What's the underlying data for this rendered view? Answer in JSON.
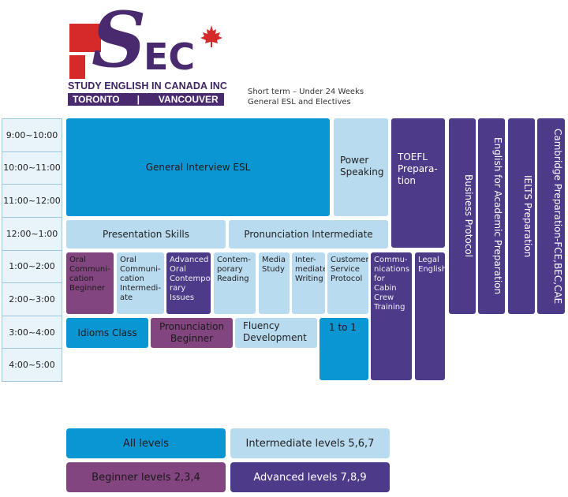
{
  "logo": {
    "letters_s": "S",
    "letters_ec": "EC",
    "tagline": "STUDY ENGLISH IN CANADA INC",
    "city_left": "TORONTO",
    "city_sep": "|",
    "city_right": "VANCOUVER",
    "leaf_icon": "maple-leaf-icon",
    "colors": {
      "red": "#d62a2a",
      "purple": "#4a2a6e"
    }
  },
  "notes": {
    "line1": "Short term – Under 24 Weeks",
    "line2": "General ESL and Electives"
  },
  "times": [
    "9:00~10:00",
    "10:00~11:00",
    "11:00~12:00",
    "12:00~1:00",
    "1:00~2:00",
    "2:00~3:00",
    "3:00~4:00",
    "4:00~5:00"
  ],
  "courses": {
    "general_interview": "General Interview ESL",
    "power_speaking": "Power Speaking",
    "toefl": "TOEFL Prepara-tion",
    "business_protocol": "Business Protocol",
    "eap": "English for Academic Preparation",
    "ielts": "IELTS Preparation",
    "cambridge": "Cambridge Preparation-FCE,BEC,CAE",
    "presentation": "Presentation Skills",
    "pronunciation_int": "Pronunciation Intermediate",
    "oral_beg": "Oral Communi-cation Beginner",
    "oral_int": "Oral Communi-cation Intermedi-ate",
    "adv_oral": "Advanced Oral Contempo-rary Issues",
    "contemporary": "Contem-porary Reading",
    "media": "Media Study",
    "writing": "Inter-mediate Writing",
    "customer": "Customer Service Protocol",
    "cabin": "Commu-nications for Cabin Crew Training",
    "legal": "Legal English",
    "idioms": "Idioms Class",
    "pronunciation_beg": "Pronunciation Beginner",
    "fluency": "Fluency Development",
    "one_to_one": "1 to 1"
  },
  "legend": {
    "all": "All levels",
    "intermediate": "Intermediate levels 5,6,7",
    "beginner": "Beginner levels 2,3,4",
    "advanced": "Advanced levels 7,8,9"
  },
  "colors": {
    "all_levels": "#0a96d2",
    "intermediate": "#b9dbf0",
    "beginner": "#82457f",
    "advanced": "#4d3b8a"
  }
}
